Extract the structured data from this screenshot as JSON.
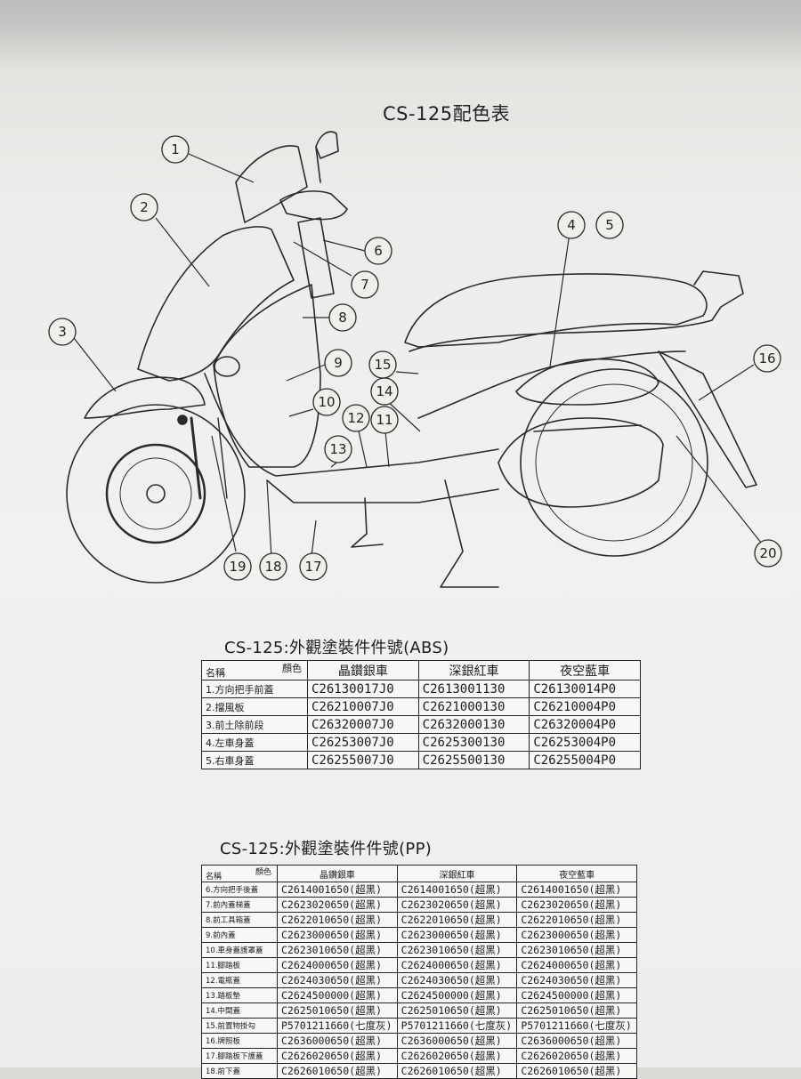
{
  "title": "CS-125配色表",
  "callouts": [
    "1",
    "2",
    "3",
    "4",
    "5",
    "6",
    "7",
    "8",
    "9",
    "10",
    "11",
    "12",
    "13",
    "14",
    "15",
    "16",
    "17",
    "18",
    "19",
    "20"
  ],
  "abs": {
    "title": "CS-125:外觀塗裝件件號(ABS)",
    "corner_name": "名稱",
    "corner_color": "顏色",
    "headers": [
      "晶鑽銀車",
      "深銀紅車",
      "夜空藍車"
    ],
    "rows": [
      {
        "name": "1.方向把手前蓋",
        "c1": "C26130017J0",
        "c2": "C2613001130",
        "c3": "C26130014P0"
      },
      {
        "name": "2.擋風板",
        "c1": "C26210007J0",
        "c2": "C2621000130",
        "c3": "C26210004P0"
      },
      {
        "name": "3.前土除前段",
        "c1": "C26320007J0",
        "c2": "C2632000130",
        "c3": "C26320004P0"
      },
      {
        "name": "4.左車身蓋",
        "c1": "C26253007J0",
        "c2": "C2625300130",
        "c3": "C26253004P0"
      },
      {
        "name": "5.右車身蓋",
        "c1": "C26255007J0",
        "c2": "C2625500130",
        "c3": "C26255004P0"
      }
    ]
  },
  "pp": {
    "title": "CS-125:外觀塗裝件件號(PP)",
    "corner_name": "名稱",
    "corner_color": "顏色",
    "headers": [
      "晶鑽銀車",
      "深銀紅車",
      "夜空藍車"
    ],
    "rows": [
      {
        "name": "6.方向把手後蓋",
        "c1": "C2614001650(超黑)",
        "c2": "C2614001650(超黑)",
        "c3": "C2614001650(超黑)"
      },
      {
        "name": "7.前內蓋梯蓋",
        "c1": "C2623020650(超黑)",
        "c2": "C2623020650(超黑)",
        "c3": "C2623020650(超黑)"
      },
      {
        "name": "8.前工具箱蓋",
        "c1": "C2622010650(超黑)",
        "c2": "C2622010650(超黑)",
        "c3": "C2622010650(超黑)"
      },
      {
        "name": "9.前內蓋",
        "c1": "C2623000650(超黑)",
        "c2": "C2623000650(超黑)",
        "c3": "C2623000650(超黑)"
      },
      {
        "name": "10.車身蓋護罩蓋",
        "c1": "C2623010650(超黑)",
        "c2": "C2623010650(超黑)",
        "c3": "C2623010650(超黑)"
      },
      {
        "name": "11.腳踏板",
        "c1": "C2624000650(超黑)",
        "c2": "C2624000650(超黑)",
        "c3": "C2624000650(超黑)"
      },
      {
        "name": "12.電瓶蓋",
        "c1": "C2624030650(超黑)",
        "c2": "C2624030650(超黑)",
        "c3": "C2624030650(超黑)"
      },
      {
        "name": "13.踏板墊",
        "c1": "C2624500000(超黑)",
        "c2": "C2624500000(超黑)",
        "c3": "C2624500000(超黑)"
      },
      {
        "name": "14.中間蓋",
        "c1": "C2625010650(超黑)",
        "c2": "C2625010650(超黑)",
        "c3": "C2625010650(超黑)"
      },
      {
        "name": "15.前置物掛勾",
        "c1": "P5701211660(七度灰)",
        "c2": "P5701211660(七度灰)",
        "c3": "P5701211660(七度灰)"
      },
      {
        "name": "16.牌照板",
        "c1": "C2636000650(超黑)",
        "c2": "C2636000650(超黑)",
        "c3": "C2636000650(超黑)"
      },
      {
        "name": "17.腳踏板下護蓋",
        "c1": "C2626020650(超黑)",
        "c2": "C2626020650(超黑)",
        "c3": "C2626020650(超黑)"
      },
      {
        "name": "18.前下蓋",
        "c1": "C2626010650(超黑)",
        "c2": "C2626010650(超黑)",
        "c3": "C2626010650(超黑)"
      }
    ]
  }
}
